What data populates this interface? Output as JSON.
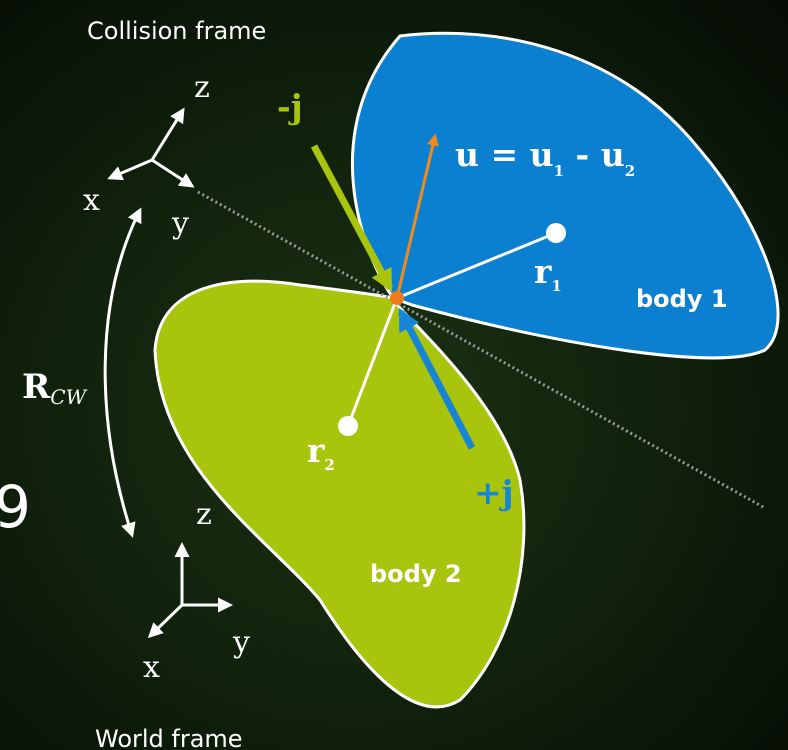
{
  "frames": {
    "collision_title": "Collision frame",
    "world_title": "World frame",
    "axis_x": "x",
    "axis_y": "y",
    "axis_z": "z",
    "rotation_label": "R",
    "rotation_subscript": "CW"
  },
  "vectors": {
    "relative_velocity_prefix": "u = u",
    "relative_velocity_sub1": "1",
    "relative_velocity_middle": " - u",
    "relative_velocity_sub2": "2",
    "impulse_negative": "-j",
    "impulse_positive": "+j"
  },
  "bodies": {
    "body1_label": "body 1",
    "body2_label": "body 2",
    "r_symbol": "r",
    "r1_sub": "1",
    "r2_sub": "2"
  },
  "edge_glyph": "9",
  "colors": {
    "body1": "#0b7fd0",
    "body2": "#a8c40c",
    "impulse_negative": "#a8c40c",
    "impulse_positive": "#1685d6",
    "velocity": "#f08a1c",
    "contact_point": "#f07a1a",
    "outline": "#ffffff",
    "separating_plane": "#9a9a9a"
  }
}
